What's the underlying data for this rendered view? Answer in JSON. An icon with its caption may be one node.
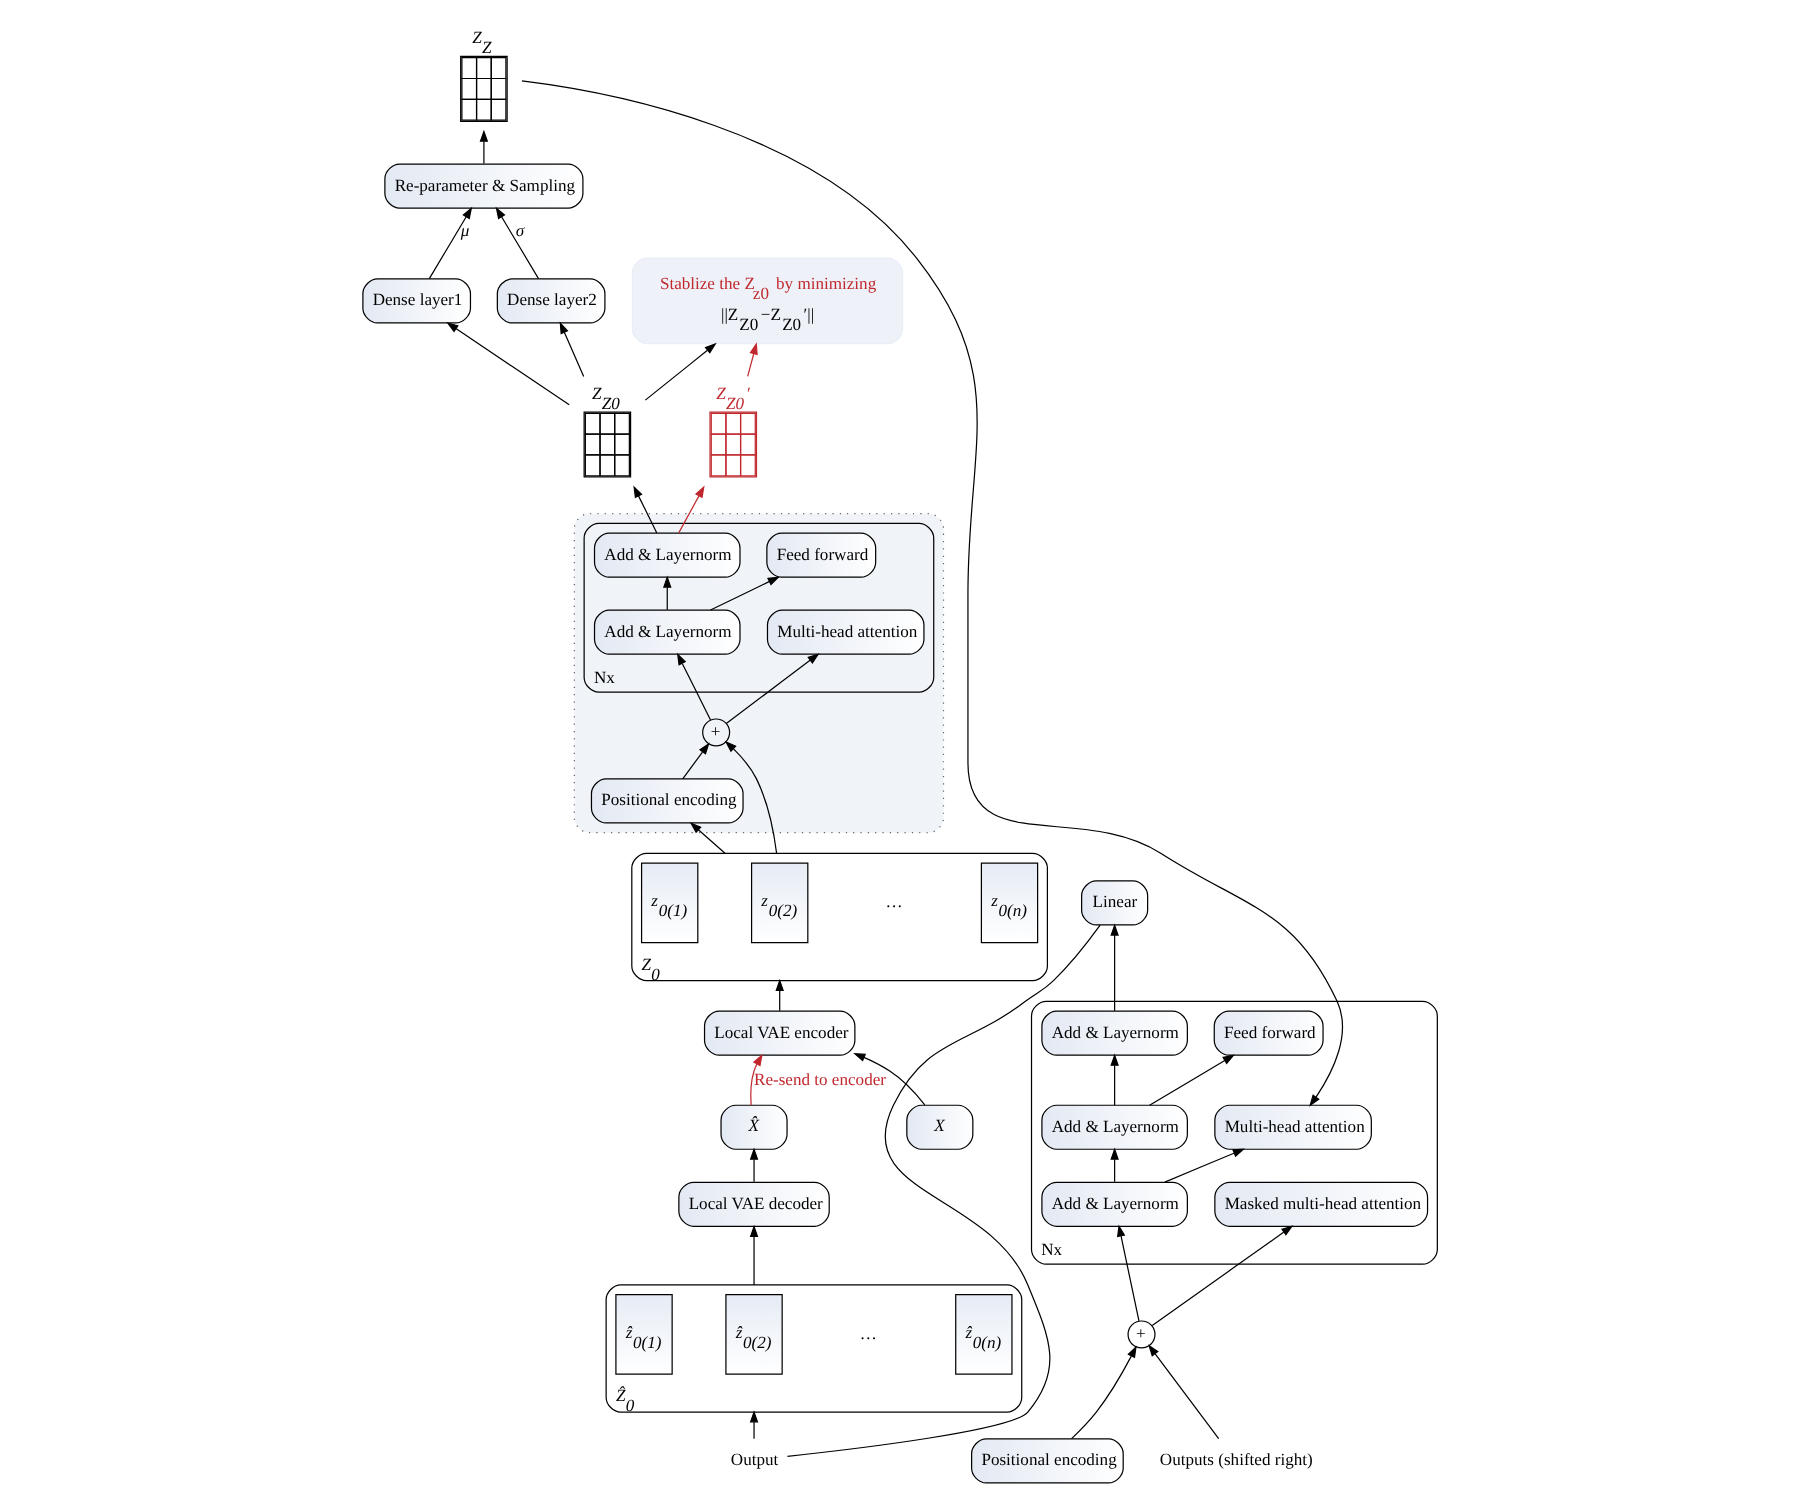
{
  "diagram": {
    "nodes": [
      {
        "text": [],
        "shape": "box"
      },
      {
        "text": [
          "Nx"
        ],
        "in": 0
      },
      {
        "text": [
          "Add & Layernorm"
        ],
        "in": 1
      },
      {
        "text": [
          "Feed forward"
        ],
        "in": 1
      },
      {
        "text": [
          "Add & Layernorm"
        ],
        "in": 1
      },
      {
        "text": [
          "Multi-head attention"
        ],
        "in": 1
      },
      {
        "text": [
          "Positional encoding"
        ],
        "in": 0
      },
      {
        "text": [
          "+"
        ],
        "in": 0
      },
      {
        "text": [
          "Z$_{Z0}$"
        ]
      },
      {
        "text": [
          "Dense layer1"
        ]
      },
      {
        "text": [
          "Dense layer2"
        ]
      },
      {
        "text": [
          "Re-parameter & Sampling"
        ]
      },
      {
        "text": [
          "Z$_{Z}$"
        ]
      },
      {
        "text": [
          "Z$_{Z0}$′"
        ]
      },
      {
        "text": [
          "Stablize the Z$_{z0}$ by minimizing",
          "||Z$_{Z0}$−Z$_{Z0}$′||"
        ]
      },
      {
        "text": [
          "Output"
        ]
      },
      {
        "text": [
          "Linear"
        ]
      },
      {
        "text": [
          "Nx"
        ]
      },
      {
        "text": [
          "Add & Layernorm"
        ],
        "in": 17
      },
      {
        "text": [
          "Feed forward"
        ],
        "in": 17
      },
      {
        "text": [
          "Add & Layernorm"
        ],
        "in": 17
      },
      {
        "text": [
          "Multi-head attention"
        ],
        "in": 17
      },
      {
        "text": [
          "Add & Layernorm"
        ],
        "in": 17
      },
      {
        "text": [
          "Masked multi-head attention"
        ],
        "in": 17
      },
      {
        "text": [
          "+"
        ]
      },
      {
        "text": [
          "Positional encoding"
        ]
      },
      {
        "text": [
          "Outputs (shifted right)"
        ]
      },
      {
        "text": [
          "Z$_{0}$"
        ]
      },
      {
        "text": [
          "z$_{0(1)}$"
        ],
        "in": 27
      },
      {
        "text": [
          "z$_{0(2)}$"
        ],
        "in": 27
      },
      {
        "text": [
          "z$_{0(n)}$"
        ],
        "in": 27
      },
      {
        "text": [
          "Ẑ$_{0}$"
        ]
      },
      {
        "text": [
          "ẑ$_{0(1)}$"
        ],
        "in": 31
      },
      {
        "text": [
          "ẑ$_{0(2)}$"
        ],
        "in": 31
      },
      {
        "text": [
          "ẑ$_{0(n)}$"
        ],
        "in": 31
      },
      {
        "text": [
          "Local VAE encoder"
        ]
      },
      {
        "text": [
          "Local VAE decoder"
        ]
      },
      {
        "text": [
          "X"
        ]
      },
      {
        "text": [
          "X̂"
        ]
      }
    ],
    "edges": [
      {
        "from": 37,
        "to": 35,
        "arrow": "to"
      },
      {
        "from": 38,
        "to": 35,
        "arrow": "to",
        "label": "Re-send to encoder",
        "color": "#c0282d"
      },
      {
        "from": 35,
        "to": 27,
        "arrow": "to"
      },
      {
        "from": 27,
        "to": 7,
        "arrow": "to"
      },
      {
        "from": 27,
        "to": 6,
        "arrow": "to"
      },
      {
        "from": 6,
        "to": 7,
        "arrow": "to"
      },
      {
        "from": 7,
        "to": 5,
        "arrow": "to"
      },
      {
        "from": 7,
        "to": 4,
        "arrow": "to"
      },
      {
        "from": 4,
        "to": 3,
        "arrow": "to"
      },
      {
        "from": 4,
        "to": 2,
        "arrow": "to"
      },
      {
        "from": 2,
        "to": 8,
        "arrow": "to"
      },
      {
        "from": 2,
        "to": 13,
        "arrow": "to",
        "color": "#c0282d"
      },
      {
        "from": 8,
        "to": 9,
        "arrow": "to"
      },
      {
        "from": 8,
        "to": 10,
        "arrow": "to"
      },
      {
        "from": 9,
        "to": 11,
        "arrow": "to",
        "label": "μ"
      },
      {
        "from": 10,
        "to": 11,
        "arrow": "to",
        "label": "σ"
      },
      {
        "from": 11,
        "to": 12,
        "arrow": "to"
      },
      {
        "from": 8,
        "to": 14,
        "arrow": "to"
      },
      {
        "from": 13,
        "to": 14,
        "arrow": "to",
        "color": "#c0282d"
      },
      {
        "from": 26,
        "to": 24,
        "arrow": "to"
      },
      {
        "from": 25,
        "to": 24,
        "arrow": "to"
      },
      {
        "from": 24,
        "to": 23,
        "arrow": "to"
      },
      {
        "from": 24,
        "to": 22,
        "arrow": "to"
      },
      {
        "from": 22,
        "to": 21,
        "arrow": "to"
      },
      {
        "from": 22,
        "to": 20,
        "arrow": "to"
      },
      {
        "from": 12,
        "to": 21,
        "arrow": "to"
      },
      {
        "from": 20,
        "to": 19,
        "arrow": "to"
      },
      {
        "from": 20,
        "to": 18,
        "arrow": "to"
      },
      {
        "from": 18,
        "to": 16,
        "arrow": "to"
      },
      {
        "from": 16,
        "to": 15,
        "arrow": "none"
      },
      {
        "from": 15,
        "to": 31,
        "arrow": "to"
      },
      {
        "from": 31,
        "to": 36,
        "arrow": "to"
      },
      {
        "from": 36,
        "to": 38,
        "arrow": "to"
      }
    ],
    "labels": [
      "…",
      "…"
    ]
  }
}
